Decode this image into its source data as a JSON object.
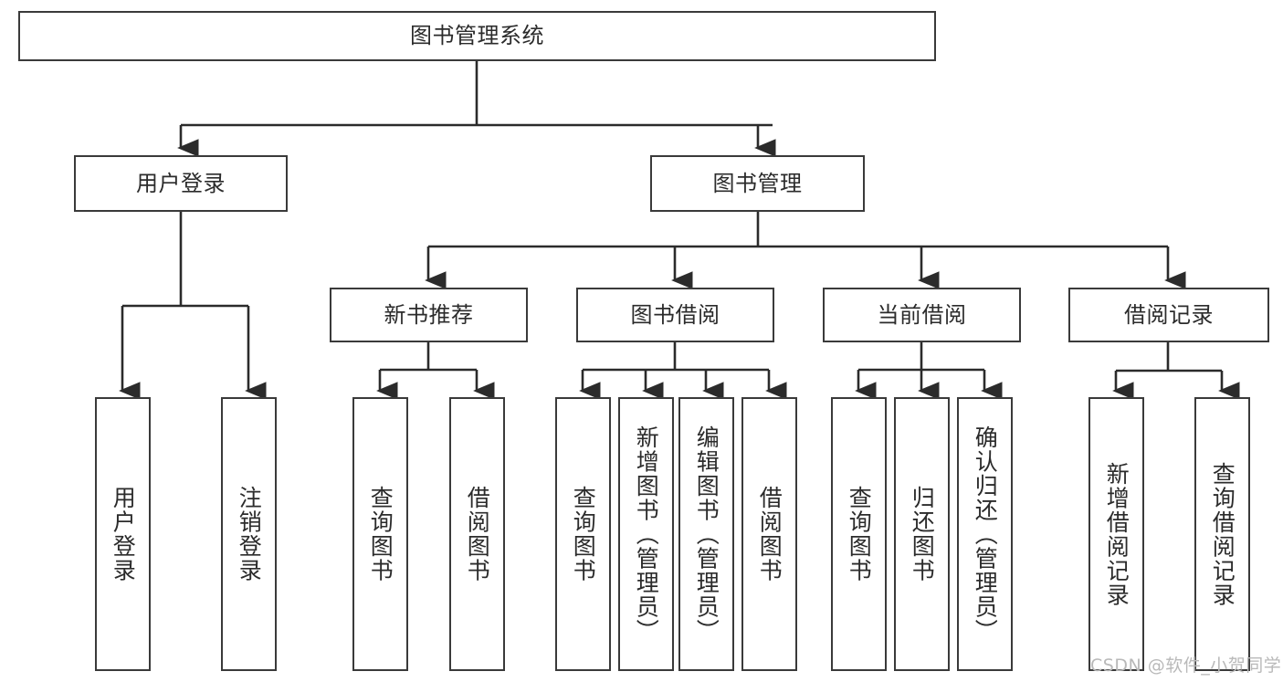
{
  "diagram": {
    "type": "tree-hierarchy",
    "title": "图书管理系统",
    "watermark": "CSDN @软件_小贺同学",
    "colors": {
      "box_border": "#3a3a3a",
      "box_fill": "#ffffff",
      "edge": "#2b2b2b",
      "text": "#2b2b2b",
      "watermark": "#b9b9b9",
      "background": "#ffffff"
    },
    "levels": {
      "root": {
        "label": "图书管理系统"
      },
      "level2": [
        {
          "id": "user-login",
          "label": "用户登录"
        },
        {
          "id": "book-management",
          "label": "图书管理"
        }
      ],
      "level3": [
        {
          "id": "new-book-recommend",
          "label": "新书推荐",
          "parent": "book-management"
        },
        {
          "id": "book-borrow",
          "label": "图书借阅",
          "parent": "book-management"
        },
        {
          "id": "current-borrow",
          "label": "当前借阅",
          "parent": "book-management"
        },
        {
          "id": "borrow-record",
          "label": "借阅记录",
          "parent": "book-management"
        }
      ],
      "leaves": [
        {
          "id": "leaf-user-login",
          "label": "用户登录",
          "parent": "user-login"
        },
        {
          "id": "leaf-user-logout",
          "label": "注销登录",
          "parent": "user-login"
        },
        {
          "id": "leaf-query-book-1",
          "label": "查询图书",
          "parent": "new-book-recommend"
        },
        {
          "id": "leaf-borrow-book-1",
          "label": "借阅图书",
          "parent": "new-book-recommend"
        },
        {
          "id": "leaf-query-book-2",
          "label": "查询图书",
          "parent": "book-borrow"
        },
        {
          "id": "leaf-add-book",
          "label": "新增图书（管理员）",
          "parent": "book-borrow"
        },
        {
          "id": "leaf-edit-book",
          "label": "编辑图书（管理员）",
          "parent": "book-borrow"
        },
        {
          "id": "leaf-borrow-book-2",
          "label": "借阅图书",
          "parent": "book-borrow"
        },
        {
          "id": "leaf-query-book-3",
          "label": "查询图书",
          "parent": "current-borrow"
        },
        {
          "id": "leaf-return-book",
          "label": "归还图书",
          "parent": "current-borrow"
        },
        {
          "id": "leaf-confirm-return",
          "label": "确认归还（管理员）",
          "parent": "current-borrow"
        },
        {
          "id": "leaf-add-record",
          "label": "新增借阅记录",
          "parent": "borrow-record"
        },
        {
          "id": "leaf-query-record",
          "label": "查询借阅记录",
          "parent": "borrow-record"
        }
      ]
    }
  }
}
